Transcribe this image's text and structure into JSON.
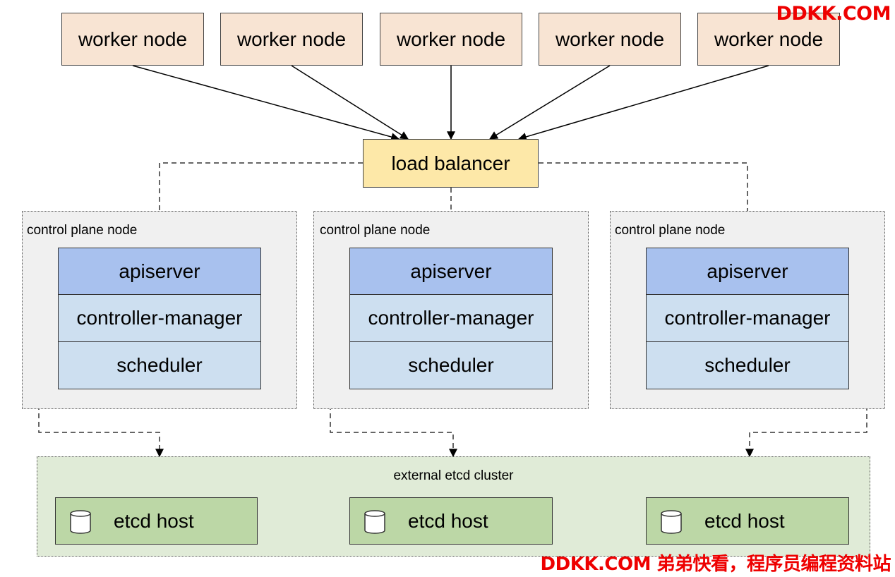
{
  "workers": [
    "worker node",
    "worker node",
    "worker node",
    "worker node",
    "worker node"
  ],
  "load_balancer": "load balancer",
  "control_planes": [
    {
      "label": "control plane node",
      "apiserver": "apiserver",
      "controller_manager": "controller-manager",
      "scheduler": "scheduler"
    },
    {
      "label": "control plane node",
      "apiserver": "apiserver",
      "controller_manager": "controller-manager",
      "scheduler": "scheduler"
    },
    {
      "label": "control plane node",
      "apiserver": "apiserver",
      "controller_manager": "controller-manager",
      "scheduler": "scheduler"
    }
  ],
  "etcd_cluster": {
    "label": "external etcd cluster",
    "hosts": [
      "etcd host",
      "etcd host",
      "etcd host"
    ]
  },
  "watermark": {
    "top": "DDKK.COM",
    "bottom": "DDKK.COM 弟弟快看，程序员编程资料站",
    "color": "#ee0000"
  },
  "colors": {
    "worker": "#f8e4d3",
    "load_balancer": "#fde8a8",
    "apiserver": "#a8c1ee",
    "component": "#cddff0",
    "control_plane_bg": "#f0f0f0",
    "etcd_cluster_bg": "#e0ebd7",
    "etcd_host": "#bcd7a6"
  }
}
